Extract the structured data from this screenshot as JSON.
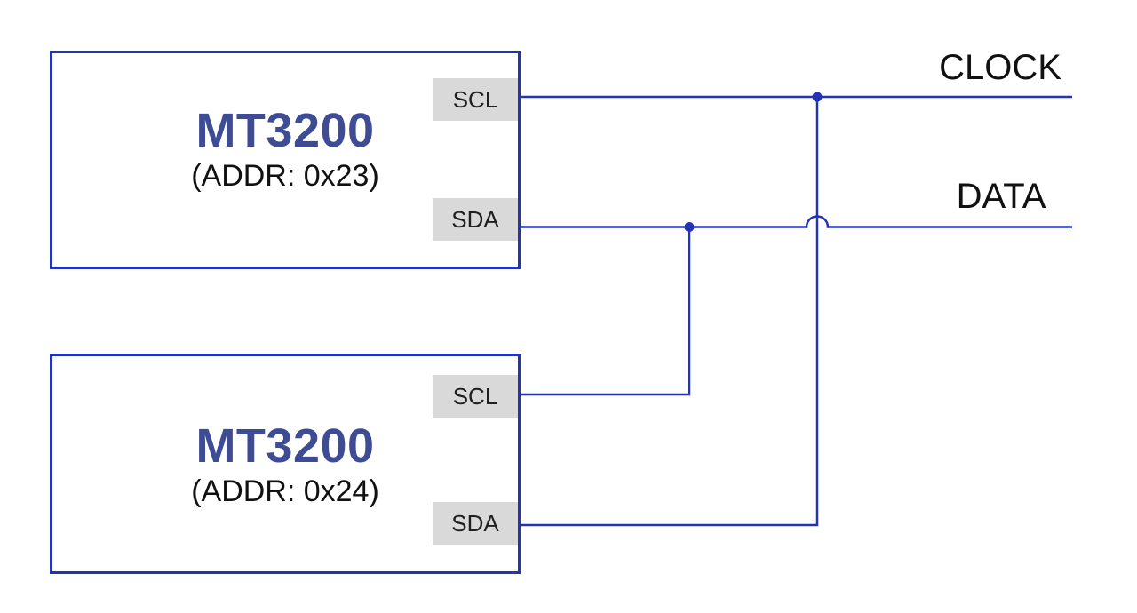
{
  "diagram": {
    "devices": [
      {
        "name": "MT3200",
        "address": "(ADDR: 0x23)",
        "pins": [
          {
            "label": "SCL"
          },
          {
            "label": "SDA"
          }
        ]
      },
      {
        "name": "MT3200",
        "address": "(ADDR: 0x24)",
        "pins": [
          {
            "label": "SCL"
          },
          {
            "label": "SDA"
          }
        ]
      }
    ],
    "bus_labels": [
      {
        "label": "CLOCK"
      },
      {
        "label": "DATA"
      }
    ],
    "nets": [
      {
        "bus": "CLOCK",
        "connected_pins": [
          "device1.SCL",
          "device2.SDA"
        ],
        "junction_dots": 1
      },
      {
        "bus": "DATA",
        "connected_pins": [
          "device1.SDA",
          "device2.SCL"
        ],
        "junction_dots": 1,
        "wire_hop": "DATA line hops over vertical wire between CLOCK and device2 SDA"
      }
    ]
  },
  "colors": {
    "bg": "#ffffff",
    "wire": "#2333b3",
    "border": "#2333b3",
    "devname": "#3e4c96",
    "addrtext": "#111111",
    "pinbg": "#d9d9d9",
    "pintext": "#1f1f1f",
    "bustext": "#111111"
  }
}
